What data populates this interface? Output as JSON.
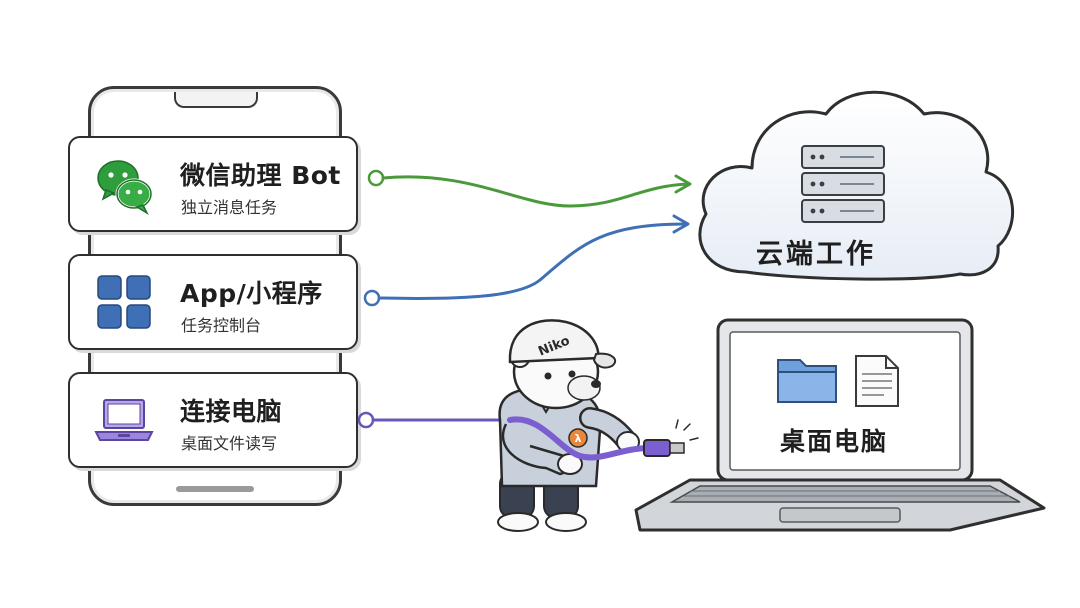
{
  "cards": [
    {
      "title": "微信助理 Bot",
      "subtitle": "独立消息任务",
      "icon": "wechat-icon",
      "color": "#2e9d3c"
    },
    {
      "title": "App/小程序",
      "subtitle": "任务控制台",
      "icon": "app-grid-icon",
      "color": "#3f6fb5"
    },
    {
      "title": "连接电脑",
      "subtitle": "桌面文件读写",
      "icon": "laptop-icon",
      "color": "#8a6fd0"
    }
  ],
  "cloud": {
    "label": "云端工作",
    "icon": "server-icon"
  },
  "laptop": {
    "label": "桌面电脑",
    "icons": [
      "folder-icon",
      "document-icon"
    ]
  },
  "mascot": {
    "cap_text": "Niko",
    "badge": "λ"
  },
  "connectors": [
    {
      "from": "wechat",
      "to": "cloud",
      "color": "#4a9a3c"
    },
    {
      "from": "app",
      "to": "cloud",
      "color": "#3f6fb5"
    },
    {
      "from": "laptop",
      "to": "mascot-cable",
      "color": "#6a55b8"
    }
  ]
}
